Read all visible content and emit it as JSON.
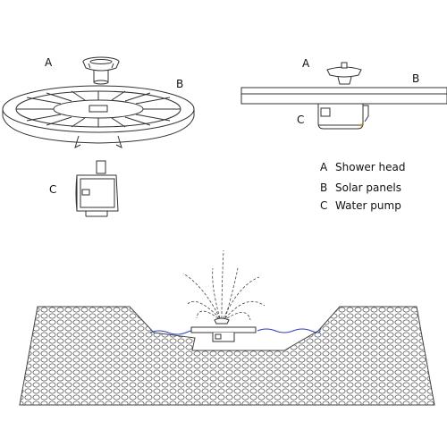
{
  "labels": {
    "left_a": "A",
    "left_b": "B",
    "left_c": "C",
    "right_a": "A",
    "right_b": "B",
    "right_c": "C"
  },
  "legend": [
    {
      "key": "A",
      "text": "Shower head"
    },
    {
      "key": "B",
      "text": "Solar panels"
    },
    {
      "key": "C",
      "text": "Water pump"
    }
  ],
  "colors": {
    "line": "#333333",
    "water": "#2a3fbf",
    "pebble": "#555555"
  }
}
